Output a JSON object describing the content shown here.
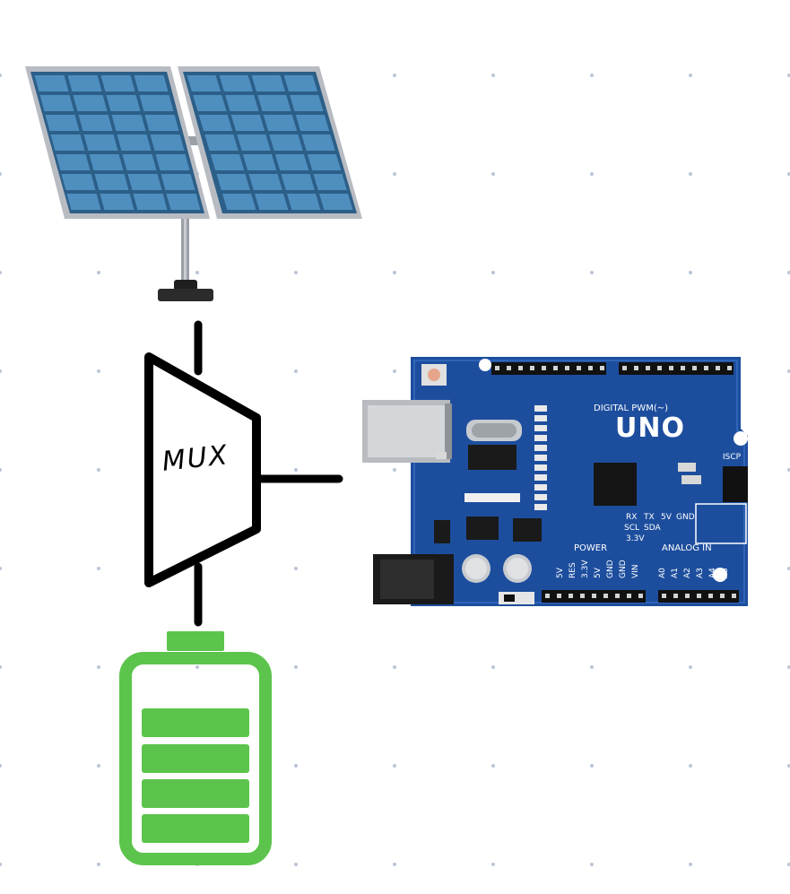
{
  "diagram": {
    "mux_label": "MUX",
    "arduino": {
      "model_label": "UNO",
      "digital_label": "DIGITAL PWM(~)",
      "power_label": "POWER",
      "analog_label": "ANALOG IN",
      "icsp_label": "ISCP",
      "rx_label": "RX",
      "tx_label": "TX",
      "scl_label": "SCL",
      "sda_label": "SDA",
      "v5_label": "5V",
      "gnd_label": "GND",
      "v33_label": "3.3V",
      "analog_pins": [
        "A0",
        "A1",
        "A2",
        "A3",
        "A4",
        "A5"
      ],
      "power_pins": [
        "5V",
        "RES",
        "3.3V",
        "5V",
        "GND",
        "GND",
        "VIN"
      ]
    }
  },
  "colors": {
    "panel_cell": "#4f8fc0",
    "panel_frame": "#b8bcc2",
    "battery_green": "#5cc44c",
    "board_blue": "#1d4e9e",
    "wire": "#000000"
  }
}
